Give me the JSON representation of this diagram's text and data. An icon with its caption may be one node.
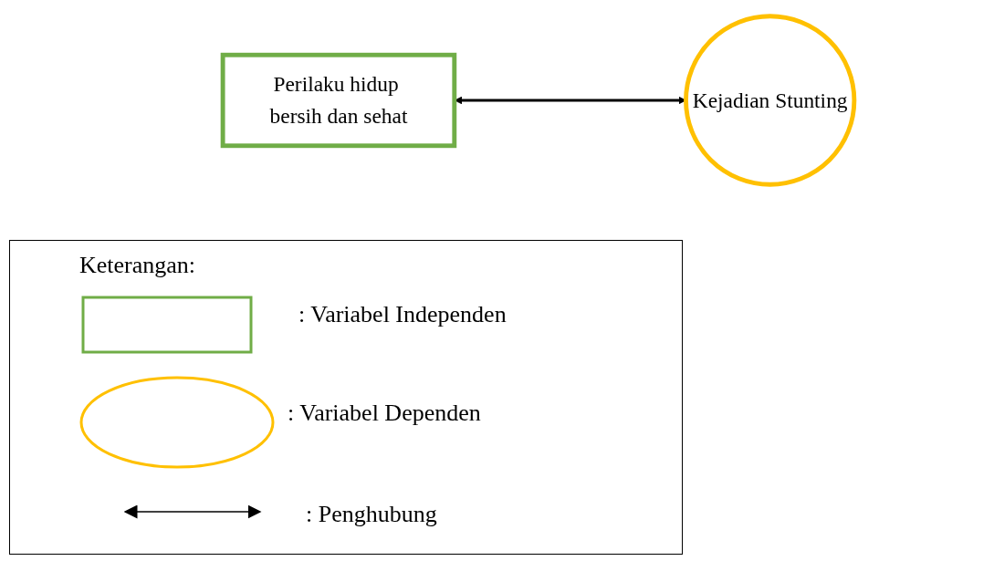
{
  "diagram": {
    "nodes": [
      {
        "text": [
          "Perilaku hidup bersih dan sehat"
        ]
      },
      {
        "text": [
          "Kejadian Stunting"
        ]
      }
    ],
    "edges": [
      {
        "from": 0,
        "to": 1,
        "arrow": "both"
      }
    ],
    "labels": [
      "Keterangan:"
    ],
    "legend": [
      {
        "text": ": Variabel Independen"
      },
      {
        "text": ": Variabel Dependen"
      },
      {
        "text": ": Penghubung"
      }
    ]
  }
}
